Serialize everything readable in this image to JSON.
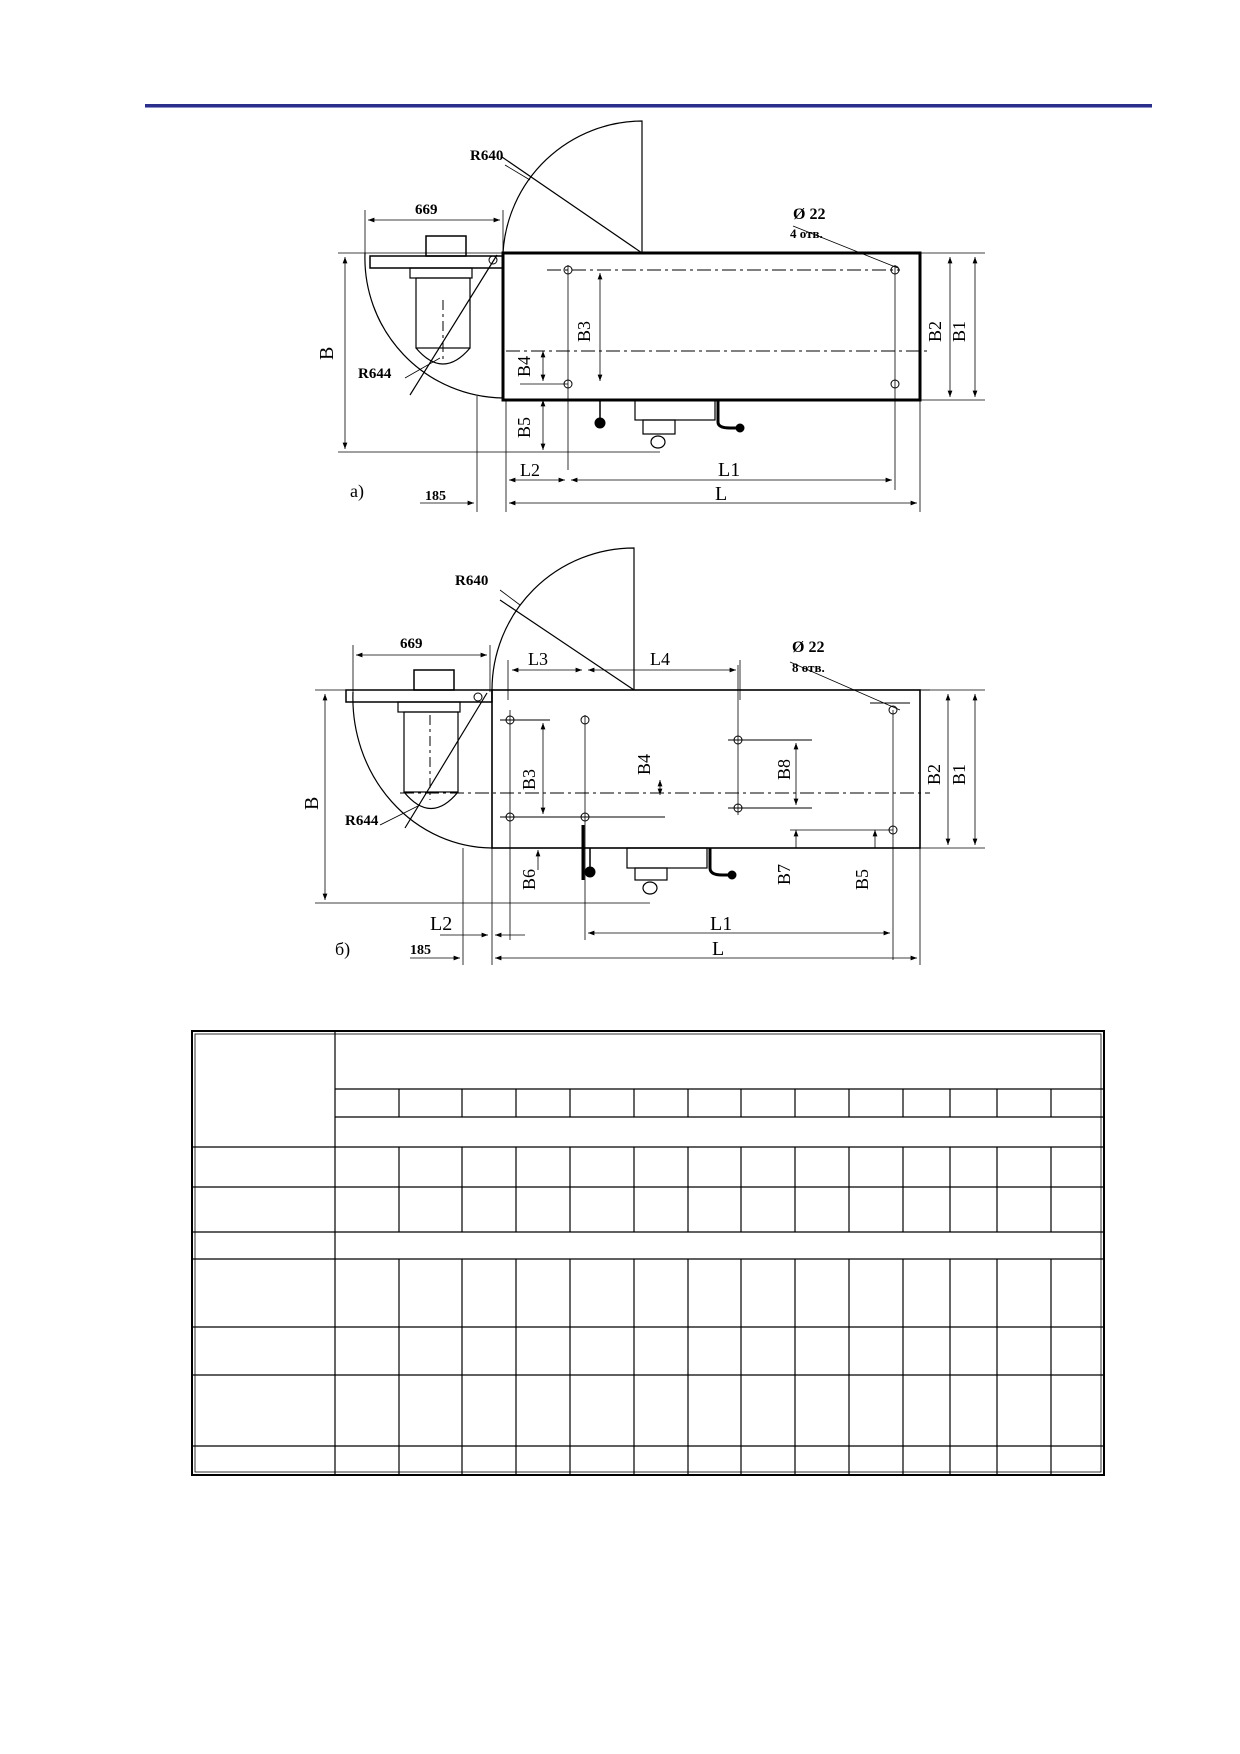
{
  "drawing_a": {
    "label": "а)",
    "r640": "R640",
    "r644": "R644",
    "width_669": "669",
    "offset_185": "185",
    "hole_dia": "Ø 22",
    "hole_count": "4 отв.",
    "dim_B": "B",
    "dim_B1": "B1",
    "dim_B2": "B2",
    "dim_B3": "B3",
    "dim_B4": "B4",
    "dim_B5": "B5",
    "dim_L": "L",
    "dim_L1": "L1",
    "dim_L2": "L2"
  },
  "drawing_b": {
    "label": "б)",
    "r640": "R640",
    "r644": "R644",
    "width_669": "669",
    "offset_185": "185",
    "hole_dia": "Ø 22",
    "hole_count": "8 отв.",
    "dim_B": "B",
    "dim_B1": "B1",
    "dim_B2": "B2",
    "dim_B3": "B3",
    "dim_B4": "B4",
    "dim_B5": "B5",
    "dim_B6": "B6",
    "dim_B7": "B7",
    "dim_B8": "B8",
    "dim_L": "L",
    "dim_L1": "L1",
    "dim_L2": "L2",
    "dim_L3": "L3",
    "dim_L4": "L4"
  },
  "table": {
    "note": "empty grid — no text visible in cells"
  }
}
